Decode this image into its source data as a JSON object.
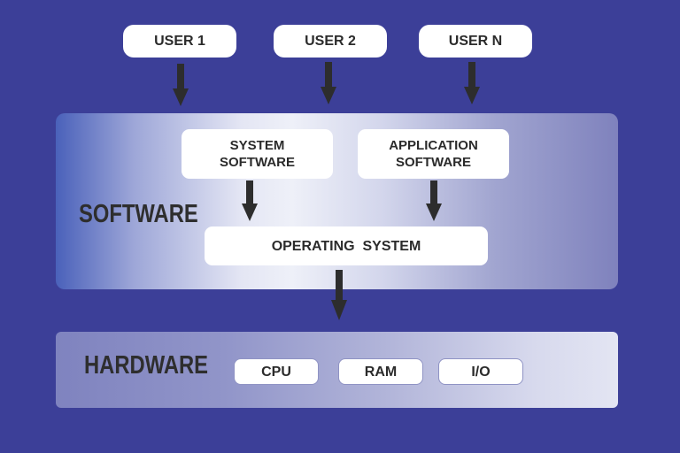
{
  "users": [
    {
      "label": "USER 1"
    },
    {
      "label": "USER 2"
    },
    {
      "label": "USER N"
    }
  ],
  "software": {
    "label": "SOFTWARE",
    "system_software": "SYSTEM\nSOFTWARE",
    "application_software": "APPLICATION\nSOFTWARE",
    "operating_system": "OPERATING  SYSTEM"
  },
  "hardware": {
    "label": "HARDWARE",
    "components": [
      {
        "label": "CPU"
      },
      {
        "label": "RAM"
      },
      {
        "label": "I/O"
      }
    ]
  },
  "colors": {
    "background": "#3c3f98",
    "arrow": "#2d2d2d",
    "box": "#ffffff",
    "text": "#2b2b2b"
  }
}
